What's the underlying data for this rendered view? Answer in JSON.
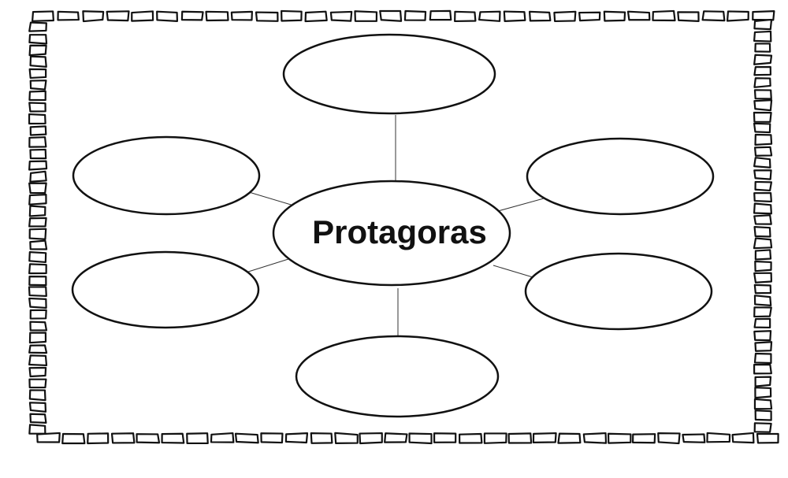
{
  "diagram": {
    "type": "bubble-map",
    "center": {
      "label": "Protagoras"
    },
    "nodes": [
      {
        "id": "top",
        "label": ""
      },
      {
        "id": "upper-left",
        "label": ""
      },
      {
        "id": "upper-right",
        "label": ""
      },
      {
        "id": "lower-left",
        "label": ""
      },
      {
        "id": "lower-right",
        "label": ""
      },
      {
        "id": "bottom",
        "label": ""
      }
    ],
    "colors": {
      "stroke": "#111111",
      "background": "#ffffff"
    }
  }
}
